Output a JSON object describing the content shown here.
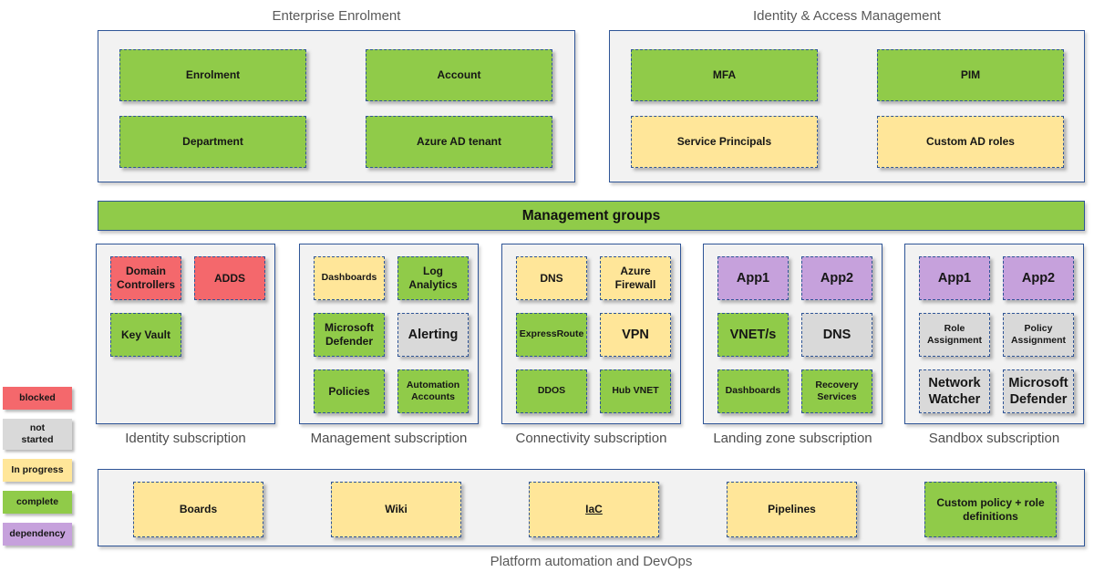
{
  "colors": {
    "blocked": "#F4686C",
    "not_started": "#D9D9D9",
    "in_progress": "#FFE699",
    "complete": "#90CB49",
    "dependency": "#C6A1DC"
  },
  "enterprise_enrolment": {
    "title": "Enterprise Enrolment",
    "items": [
      {
        "label": "Enrolment",
        "status": "complete",
        "size": "md"
      },
      {
        "label": "Account",
        "status": "complete",
        "size": "md"
      },
      {
        "label": "Department",
        "status": "complete",
        "size": "md"
      },
      {
        "label": "Azure AD tenant",
        "status": "complete",
        "size": "md"
      }
    ]
  },
  "identity_access_management": {
    "title": "Identity & Access Management",
    "items": [
      {
        "label": "MFA",
        "status": "complete",
        "size": "md"
      },
      {
        "label": "PIM",
        "status": "complete",
        "size": "md"
      },
      {
        "label": "Service Principals",
        "status": "in_progress",
        "size": "md"
      },
      {
        "label": "Custom AD roles",
        "status": "in_progress",
        "size": "md"
      }
    ]
  },
  "management_groups": {
    "label": "Management groups",
    "status": "complete"
  },
  "subscriptions": [
    {
      "title": "Identity subscription",
      "items": [
        {
          "label": "Domain Controllers",
          "status": "blocked",
          "size": "md"
        },
        {
          "label": "ADDS",
          "status": "blocked",
          "size": "md"
        },
        {
          "label": "Key Vault",
          "status": "complete",
          "size": "md"
        }
      ]
    },
    {
      "title": "Management subscription",
      "items": [
        {
          "label": "Dashboards",
          "status": "in_progress",
          "size": "sm"
        },
        {
          "label": "Log Analytics",
          "status": "complete",
          "size": "md"
        },
        {
          "label": "Microsoft Defender",
          "status": "complete",
          "size": "md"
        },
        {
          "label": "Alerting",
          "status": "not_started",
          "size": "lg"
        },
        {
          "label": "Policies",
          "status": "complete",
          "size": "md"
        },
        {
          "label": "Automation Accounts",
          "status": "complete",
          "size": "sm"
        }
      ]
    },
    {
      "title": "Connectivity subscription",
      "items": [
        {
          "label": "DNS",
          "status": "in_progress",
          "size": "md"
        },
        {
          "label": "Azure Firewall",
          "status": "in_progress",
          "size": "md"
        },
        {
          "label": "ExpressRoute",
          "status": "complete",
          "size": "sm"
        },
        {
          "label": "VPN",
          "status": "in_progress",
          "size": "lg"
        },
        {
          "label": "DDOS",
          "status": "complete",
          "size": "sm"
        },
        {
          "label": "Hub VNET",
          "status": "complete",
          "size": "sm"
        }
      ]
    },
    {
      "title": "Landing zone subscription",
      "items": [
        {
          "label": "App1",
          "status": "dependency",
          "size": "lg"
        },
        {
          "label": "App2",
          "status": "dependency",
          "size": "lg"
        },
        {
          "label": "VNET/s",
          "status": "complete",
          "size": "lg"
        },
        {
          "label": "DNS",
          "status": "not_started",
          "size": "lg"
        },
        {
          "label": "Dashboards",
          "status": "complete",
          "size": "sm"
        },
        {
          "label": "Recovery Services",
          "status": "complete",
          "size": "sm"
        }
      ]
    },
    {
      "title": "Sandbox subscription",
      "items": [
        {
          "label": "App1",
          "status": "dependency",
          "size": "lg"
        },
        {
          "label": "App2",
          "status": "dependency",
          "size": "lg"
        },
        {
          "label": "Role Assignment",
          "status": "not_started",
          "size": "sm"
        },
        {
          "label": "Policy Assignment",
          "status": "not_started",
          "size": "sm"
        },
        {
          "label": "Network Watcher",
          "status": "not_started",
          "size": "lg"
        },
        {
          "label": "Microsoft Defender",
          "status": "not_started",
          "size": "lg"
        }
      ]
    }
  ],
  "platform": {
    "title": "Platform automation and DevOps",
    "items": [
      {
        "label": "Boards",
        "status": "in_progress",
        "size": "md"
      },
      {
        "label": "Wiki",
        "status": "in_progress",
        "size": "md"
      },
      {
        "label": "IaC",
        "status": "in_progress",
        "size": "md",
        "underline": true
      },
      {
        "label": "Pipelines",
        "status": "in_progress",
        "size": "md"
      },
      {
        "label": "Custom policy + role definitions",
        "status": "complete",
        "size": "md"
      }
    ]
  },
  "legend": {
    "items": [
      {
        "label": "blocked",
        "status": "blocked"
      },
      {
        "label": "not\nstarted",
        "status": "not_started"
      },
      {
        "label": "In progress",
        "status": "in_progress"
      },
      {
        "label": "complete",
        "status": "complete"
      },
      {
        "label": "dependency",
        "status": "dependency"
      }
    ]
  }
}
